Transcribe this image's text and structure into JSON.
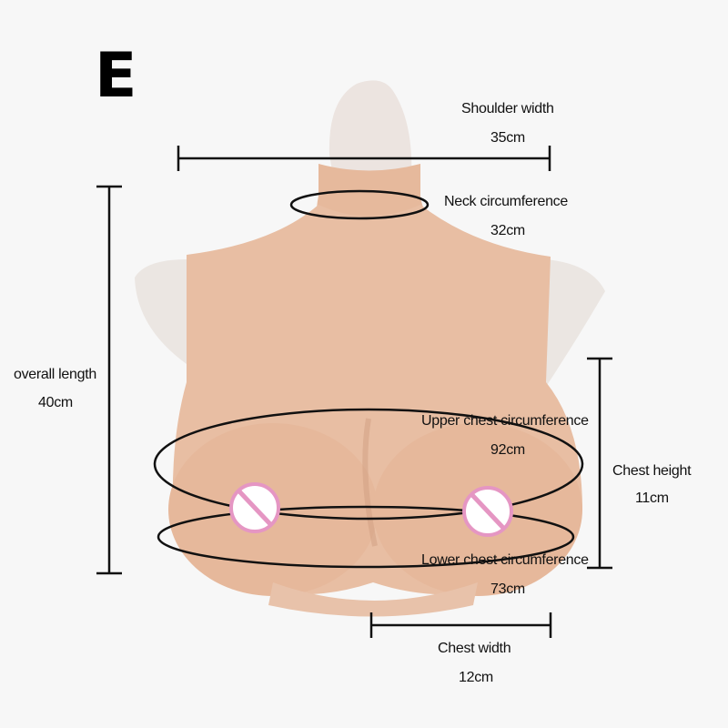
{
  "size_letter": "E",
  "product": {
    "body_color": "#e8bea3",
    "body_shadow_color": "#d9a98c",
    "mannequin_color": "#ece4e0",
    "censor_fill": "#ffffff",
    "censor_ring": "#e596c3"
  },
  "measurements": {
    "shoulder_width": {
      "label": "Shoulder width",
      "value": "35cm"
    },
    "neck_circumference": {
      "label": "Neck circumference",
      "value": "32cm"
    },
    "overall_length": {
      "label": "overall length",
      "value": "40cm"
    },
    "upper_chest_circumference": {
      "label": "Upper chest circumference",
      "value": "92cm"
    },
    "chest_height": {
      "label": "Chest height",
      "value": "11cm"
    },
    "lower_chest_circumference": {
      "label": "Lower chest circumference",
      "value": "73cm"
    },
    "chest_width": {
      "label": "Chest width",
      "value": "12cm"
    }
  }
}
